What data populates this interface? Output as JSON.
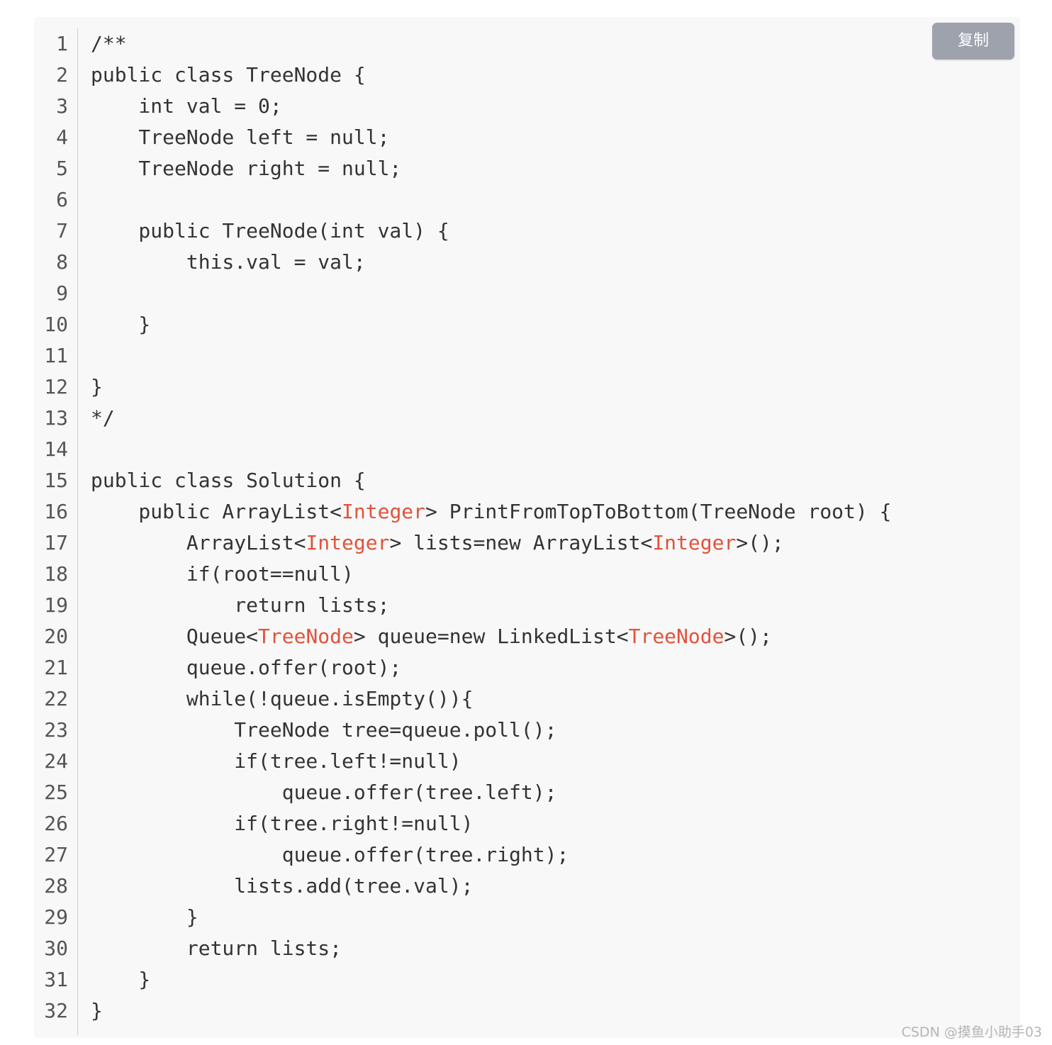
{
  "copy_button": {
    "label": "复制"
  },
  "watermark": "CSDN @摸鱼小助手03",
  "colors": {
    "type_parameter": "#e0533b",
    "background": "#f8f8f8",
    "text": "#333333",
    "button": "#9ea2ad"
  },
  "lines": [
    {
      "number": "1",
      "segments": [
        {
          "text": "/**"
        }
      ]
    },
    {
      "number": "2",
      "segments": [
        {
          "text": "public class TreeNode {"
        }
      ]
    },
    {
      "number": "3",
      "segments": [
        {
          "text": "    int val = 0;"
        }
      ]
    },
    {
      "number": "4",
      "segments": [
        {
          "text": "    TreeNode left = null;"
        }
      ]
    },
    {
      "number": "5",
      "segments": [
        {
          "text": "    TreeNode right = null;"
        }
      ]
    },
    {
      "number": "6",
      "segments": []
    },
    {
      "number": "7",
      "segments": [
        {
          "text": "    public TreeNode(int val) {"
        }
      ]
    },
    {
      "number": "8",
      "segments": [
        {
          "text": "        this.val = val;"
        }
      ]
    },
    {
      "number": "9",
      "segments": []
    },
    {
      "number": "10",
      "segments": [
        {
          "text": "    }"
        }
      ]
    },
    {
      "number": "11",
      "segments": []
    },
    {
      "number": "12",
      "segments": [
        {
          "text": "}"
        }
      ]
    },
    {
      "number": "13",
      "segments": [
        {
          "text": "*/"
        }
      ]
    },
    {
      "number": "14",
      "segments": []
    },
    {
      "number": "15",
      "segments": [
        {
          "text": "public class Solution {"
        }
      ]
    },
    {
      "number": "16",
      "segments": [
        {
          "text": "    public ArrayList<"
        },
        {
          "text": "Integer",
          "type": true
        },
        {
          "text": "> PrintFromTopToBottom(TreeNode root) {"
        }
      ]
    },
    {
      "number": "17",
      "segments": [
        {
          "text": "        ArrayList<"
        },
        {
          "text": "Integer",
          "type": true
        },
        {
          "text": "> lists=new ArrayList<"
        },
        {
          "text": "Integer",
          "type": true
        },
        {
          "text": ">();"
        }
      ]
    },
    {
      "number": "18",
      "segments": [
        {
          "text": "        if(root==null)"
        }
      ]
    },
    {
      "number": "19",
      "segments": [
        {
          "text": "            return lists;"
        }
      ]
    },
    {
      "number": "20",
      "segments": [
        {
          "text": "        Queue<"
        },
        {
          "text": "TreeNode",
          "type": true
        },
        {
          "text": "> queue=new LinkedList<"
        },
        {
          "text": "TreeNode",
          "type": true
        },
        {
          "text": ">();"
        }
      ]
    },
    {
      "number": "21",
      "segments": [
        {
          "text": "        queue.offer(root);"
        }
      ]
    },
    {
      "number": "22",
      "segments": [
        {
          "text": "        while(!queue.isEmpty()){"
        }
      ]
    },
    {
      "number": "23",
      "segments": [
        {
          "text": "            TreeNode tree=queue.poll();"
        }
      ]
    },
    {
      "number": "24",
      "segments": [
        {
          "text": "            if(tree.left!=null)"
        }
      ]
    },
    {
      "number": "25",
      "segments": [
        {
          "text": "                queue.offer(tree.left);"
        }
      ]
    },
    {
      "number": "26",
      "segments": [
        {
          "text": "            if(tree.right!=null)"
        }
      ]
    },
    {
      "number": "27",
      "segments": [
        {
          "text": "                queue.offer(tree.right);"
        }
      ]
    },
    {
      "number": "28",
      "segments": [
        {
          "text": "            lists.add(tree.val);"
        }
      ]
    },
    {
      "number": "29",
      "segments": [
        {
          "text": "        }"
        }
      ]
    },
    {
      "number": "30",
      "segments": [
        {
          "text": "        return lists;"
        }
      ]
    },
    {
      "number": "31",
      "segments": [
        {
          "text": "    }"
        }
      ]
    },
    {
      "number": "32",
      "segments": [
        {
          "text": "}"
        }
      ]
    }
  ]
}
